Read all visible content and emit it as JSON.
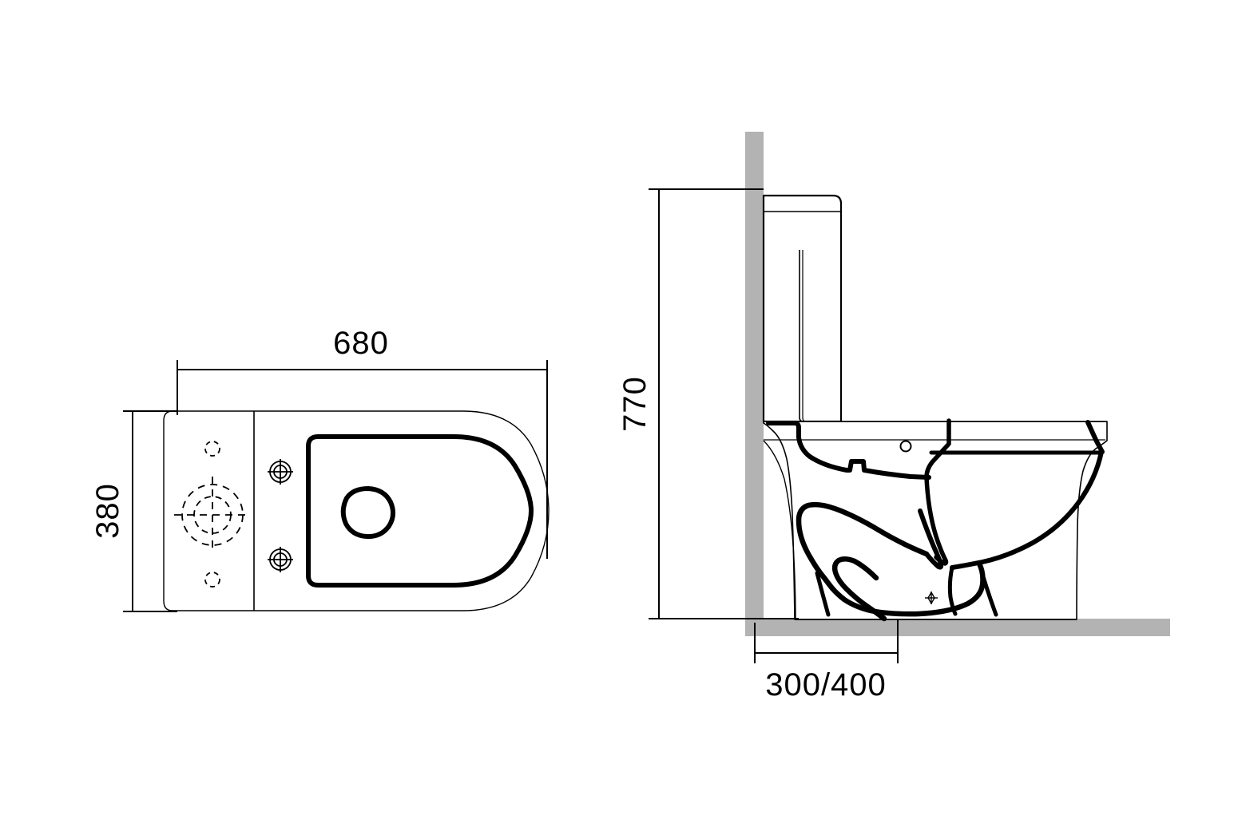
{
  "drawing": {
    "title": "Toilet technical drawing",
    "views": [
      {
        "name": "top-view",
        "label": ""
      },
      {
        "name": "side-view",
        "label": ""
      }
    ],
    "colors": {
      "line": "#000000",
      "wall": "#b3b3b3",
      "floor": "#b3b3b3",
      "background": "#ffffff"
    }
  },
  "dimensions": {
    "width": {
      "value": "680",
      "view": "top-view",
      "orientation": "horizontal"
    },
    "depth": {
      "value": "380",
      "view": "top-view",
      "orientation": "vertical"
    },
    "height": {
      "value": "770",
      "view": "side-view",
      "orientation": "vertical"
    },
    "rough_in": {
      "value": "300/400",
      "view": "side-view",
      "orientation": "horizontal"
    }
  },
  "top_view": {
    "features": [
      {
        "name": "tank-footprint",
        "kind": "outline"
      },
      {
        "name": "bowl-outline",
        "kind": "outline"
      },
      {
        "name": "seat-outline",
        "kind": "outline"
      },
      {
        "name": "bowl-opening",
        "kind": "circle"
      },
      {
        "name": "upper-hidden-hole",
        "kind": "hidden-circle"
      },
      {
        "name": "lower-hidden-hole",
        "kind": "hidden-circle"
      },
      {
        "name": "center-target-mark",
        "kind": "hidden-target"
      },
      {
        "name": "upper-bolt-hole",
        "kind": "target"
      },
      {
        "name": "lower-bolt-hole",
        "kind": "target"
      }
    ]
  },
  "side_view": {
    "features": [
      {
        "name": "wall",
        "kind": "fill"
      },
      {
        "name": "floor",
        "kind": "fill"
      },
      {
        "name": "cistern",
        "kind": "outline"
      },
      {
        "name": "cistern-lid-seam",
        "kind": "line"
      },
      {
        "name": "cistern-vertical-seam",
        "kind": "line"
      },
      {
        "name": "bowl-body",
        "kind": "outline"
      },
      {
        "name": "bowl-rim",
        "kind": "outline"
      },
      {
        "name": "seat-lid",
        "kind": "outline"
      },
      {
        "name": "trapway",
        "kind": "outline"
      },
      {
        "name": "drain-mark",
        "kind": "marker"
      },
      {
        "name": "small-hole",
        "kind": "circle"
      }
    ]
  }
}
